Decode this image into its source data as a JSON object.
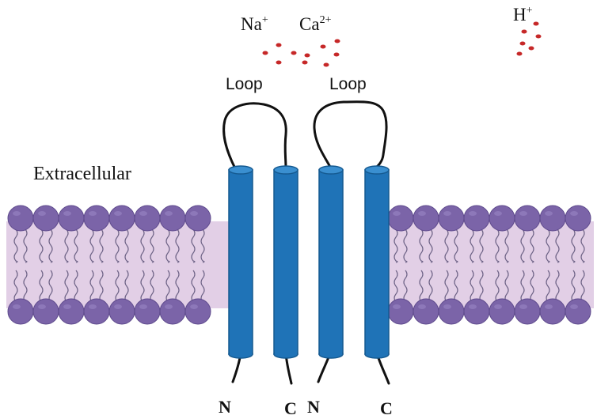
{
  "labels": {
    "extracellular": "Extracellular",
    "loop_left": "Loop",
    "loop_right": "Loop",
    "terminals": [
      "N",
      "C",
      "N",
      "C"
    ]
  },
  "ions": {
    "sodium": {
      "symbol": "Na",
      "charge": "+"
    },
    "calcium": {
      "symbol": "Ca",
      "charge": "2+"
    },
    "proton": {
      "symbol": "H",
      "charge": "+"
    }
  },
  "colors": {
    "lipid_head": "#7b64a8",
    "lipid_head_dark": "#5e4a8c",
    "bilayer_fill": "#e2cfe6",
    "lipid_tail": "#6f6487",
    "helix_fill": "#1f73b7",
    "helix_dark": "#155a91",
    "helix_top": "#3a8fd0",
    "ion_dot": "#c62828",
    "loop_line": "#111111"
  }
}
